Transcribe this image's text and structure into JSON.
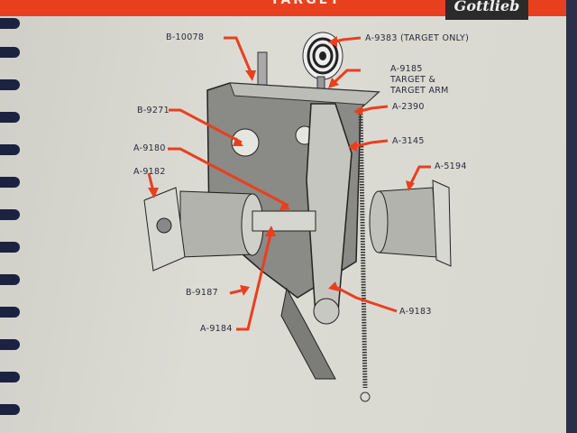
{
  "header": {
    "title_fragment": "TARGET",
    "logo": "Gottlieb",
    "banner_color": "#e8401f"
  },
  "labels": {
    "b10078": "B-10078",
    "a9383": "A-9383 (TARGET ONLY)",
    "a9185_1": "A-9185",
    "a9185_2": "TARGET &",
    "a9185_3": "TARGET ARM",
    "a2390": "A-2390",
    "b9271": "B-9271",
    "a3145": "A-3145",
    "a9180": "A-9180",
    "a5194": "A-5194",
    "a9182": "A-9182",
    "b9187": "B-9187",
    "a9183": "A-9183",
    "a9184": "A-9184"
  },
  "arrow_color": "#e8401f"
}
